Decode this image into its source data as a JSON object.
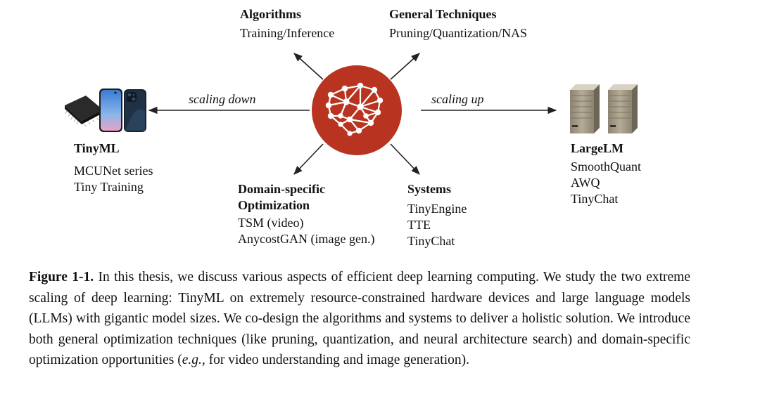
{
  "algorithms": {
    "title": "Algorithms",
    "lines": [
      "Training/Inference"
    ]
  },
  "general_techniques": {
    "title": "General Techniques",
    "lines": [
      "Pruning/Quantization/NAS"
    ]
  },
  "domain_specific": {
    "title_lines": [
      "Domain-specific",
      "Optimization"
    ],
    "lines": [
      "TSM (video)",
      "AnycostGAN (image gen.)"
    ]
  },
  "systems": {
    "title": "Systems",
    "lines": [
      "TinyEngine",
      "TTE",
      "TinyChat"
    ]
  },
  "tinyml": {
    "title": "TinyML",
    "lines": [
      "MCUNet series",
      "Tiny Training"
    ]
  },
  "largelm": {
    "title": "LargeLM",
    "lines": [
      "SmoothQuant",
      "AWQ",
      "TinyChat"
    ]
  },
  "arrows": {
    "left_label": "scaling down",
    "right_label": "scaling up"
  },
  "colors": {
    "center_circle": "#b83420",
    "arrow": "#222222",
    "node": "#ffffff"
  },
  "icons": {
    "center": "neural-network-brain-icon",
    "left": [
      "microcontroller-chip-icon",
      "smartphone-icon",
      "smartphone-icon"
    ],
    "right": [
      "gpu-server-icon",
      "gpu-server-icon"
    ]
  },
  "caption": {
    "label": "Figure 1-1.",
    "text_before": " In this thesis, we discuss various aspects of efficient deep learning computing. We study the two extreme scaling of deep learning: TinyML on extremely resource-constrained hardware devices and large language models (LLMs) with gigantic model sizes. We co-design the algorithms and systems to deliver a holistic solution. We introduce both general optimization techniques (like pruning, quantization, and neural architecture search) and domain-specific optimization opportunities (",
    "italic": "e.g.",
    "text_after": ", for video understanding and image generation)."
  }
}
